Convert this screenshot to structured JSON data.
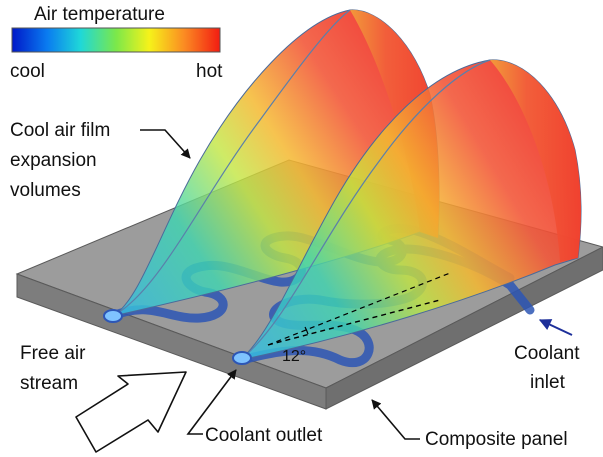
{
  "legend": {
    "title": "Air temperature",
    "low_label": "cool",
    "high_label": "hot",
    "gradient_colors": [
      "#0018c8",
      "#0a7cf0",
      "#1fd8d8",
      "#7be84a",
      "#f6f21a",
      "#fb8a22",
      "#f21c12"
    ]
  },
  "callouts": {
    "film_label_lines": [
      "Cool air film",
      "expansion",
      "volumes"
    ],
    "free_air_lines": [
      "Free air",
      "stream"
    ],
    "coolant_inlet_lines": [
      "Coolant",
      "inlet"
    ],
    "coolant_outlet": "Coolant outlet",
    "composite_panel": "Composite panel",
    "angle": "12°"
  },
  "colors": {
    "panel": "#8f8f8f",
    "coolant_channel": "#2d56b5",
    "film_cool": "#3cc4d8",
    "film_hot": "#f03a2a"
  }
}
